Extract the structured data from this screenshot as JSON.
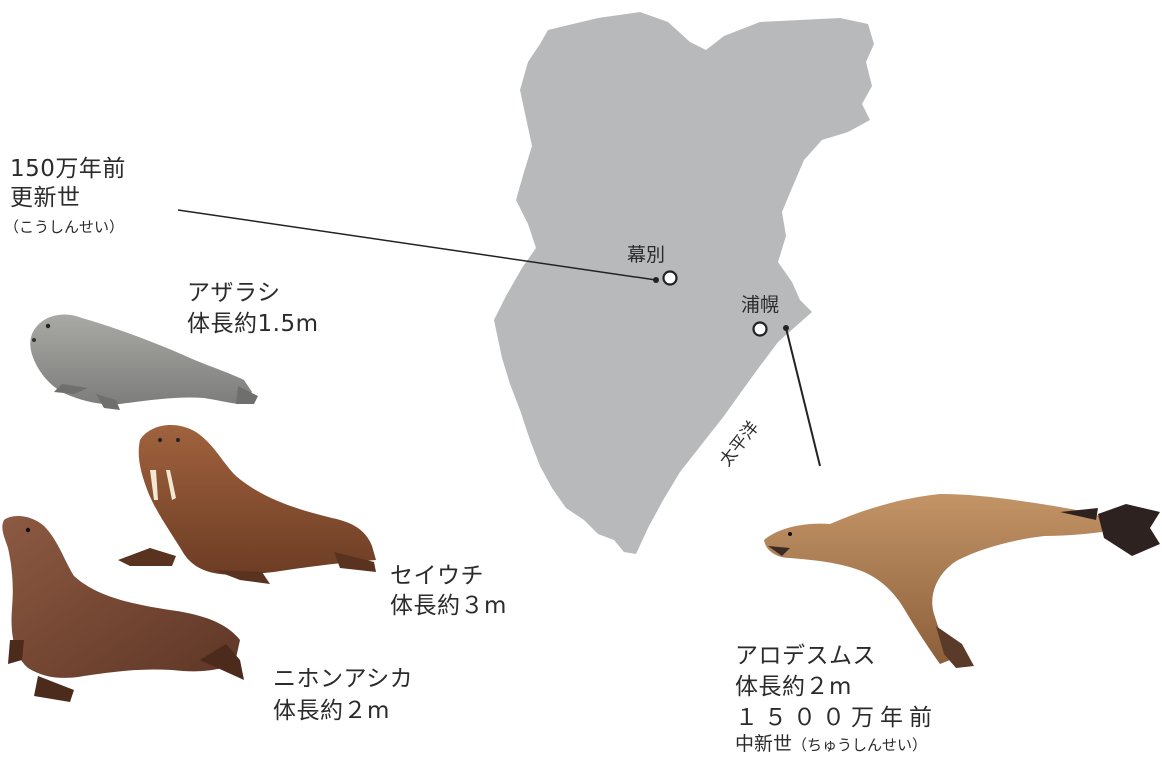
{
  "map": {
    "place_makubetsu": "幕別",
    "place_urahoro": "浦幌",
    "ocean_label": "太平洋",
    "land_color": "#b8b9bb",
    "line_color": "#222222"
  },
  "pleistocene": {
    "age": "150万年前",
    "epoch": "更新世",
    "reading": "（こうしんせい）"
  },
  "miocene": {
    "name": "アロデスムス",
    "size": "体長約２m",
    "age": "１５００万年前",
    "epoch": "中新世",
    "reading": "（ちゅうしんせい）"
  },
  "animals": {
    "seal": {
      "name": "アザラシ",
      "size": "体長約1.5m",
      "color": "#9a9a98"
    },
    "walrus": {
      "name": "セイウチ",
      "size": "体長約３m",
      "color": "#8a5234"
    },
    "sealion": {
      "name": "ニホンアシカ",
      "size": "体長約２m",
      "color": "#7a4a35"
    },
    "allodesmus": {
      "color": "#a97a52"
    }
  }
}
